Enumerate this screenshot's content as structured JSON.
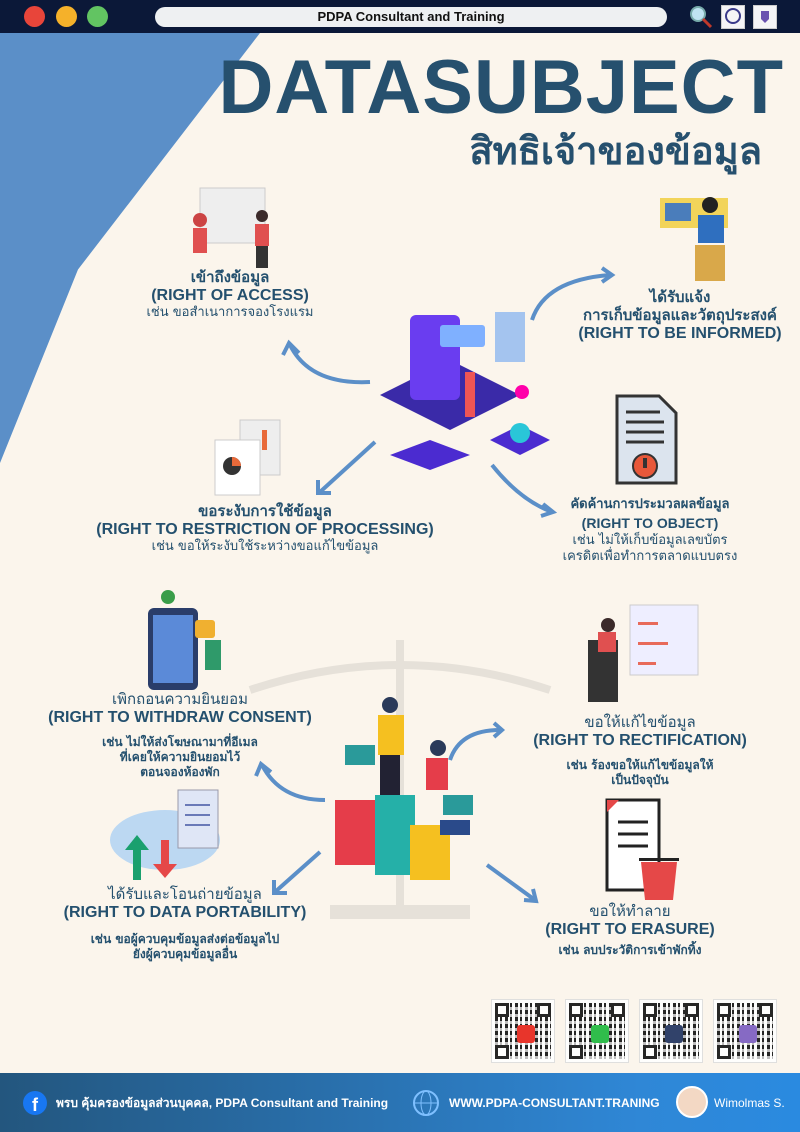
{
  "window": {
    "title": "PDPA Consultant and Training",
    "dots": [
      "#e8453a",
      "#f5b12a",
      "#62c462"
    ],
    "icons": [
      "search-icon",
      "org-logo-icon",
      "org-shield-logo-icon"
    ]
  },
  "header": {
    "title": "DATASUBJECT",
    "subtitle": "สิทธิเจ้าของข้อมูล"
  },
  "colors": {
    "title": "#26506e",
    "background": "#fbf5ec",
    "accent": "#5b8fc8",
    "topbar": "#0b1838"
  },
  "rights": {
    "access": {
      "th": "เข้าถึงข้อมูล",
      "en": "(RIGHT OF ACCESS)",
      "example": "เช่น ขอสำเนาการจองโรงแรม"
    },
    "informed": {
      "th1": "ได้รับแจ้ง",
      "th2": "การเก็บข้อมูลและวัตถุประสงค์",
      "en": "(RIGHT TO BE INFORMED)"
    },
    "restriction": {
      "th": "ขอระงับการใช้ข้อมูล",
      "en": "(RIGHT TO RESTRICTION OF PROCESSING)",
      "example": "เช่น ขอให้ระงับใช้ระหว่างขอแก้ไขข้อมูล"
    },
    "object": {
      "th": "คัดค้านการประมวลผลข้อมูล",
      "en": "(RIGHT TO OBJECT)",
      "example1": "เช่น ไม่ให้เก็บข้อมูลเลขบัตร",
      "example2": "เครดิตเพื่อทำการตลาดแบบตรง"
    },
    "withdraw": {
      "th": "เพิกถอนความยินยอม",
      "en": "(RIGHT TO WITHDRAW CONSENT)",
      "example1": "เช่น ไม่ให้ส่งโฆษณามาที่อีเมล",
      "example2": "ที่เคยให้ความยินยอมไว้",
      "example3": "ตอนจองห้องพัก"
    },
    "rectification": {
      "th": "ขอให้แก้ไขข้อมูล",
      "en": "(RIGHT TO RECTIFICATION)",
      "example1": "เช่น ร้องขอให้แก้ไขข้อมูลให้",
      "example2": "เป็นปัจจุบัน"
    },
    "portability": {
      "th": "ได้รับและโอนถ่ายข้อมูล",
      "en": "(RIGHT TO DATA PORTABILITY)",
      "example1": "เช่น ขอผู้ควบคุมข้อมูลส่งต่อข้อมูลไป",
      "example2": "ยังผู้ควบคุมข้อมูลอื่น"
    },
    "erasure": {
      "th": "ขอให้ทำลาย",
      "en": "(RIGHT TO ERASURE)",
      "example": "เช่น ลบประวัติการเข้าพักทิ้ง"
    }
  },
  "qr_codes": [
    {
      "icon": "youtube-icon",
      "color": "#e62117"
    },
    {
      "icon": "line-icon",
      "color": "#1bb73a"
    },
    {
      "icon": "org-logo-icon",
      "color": "#1c2f5c"
    },
    {
      "icon": "org-shield-logo-icon",
      "color": "#7a5cc0"
    }
  ],
  "footer": {
    "facebook": "พรบ คุ้มครองข้อมูลส่วนบุคคล, PDPA Consultant and Training",
    "www_icon": "www",
    "website": "WWW.PDPA-CONSULTANT.TRANING",
    "author": "Wimolmas S."
  }
}
